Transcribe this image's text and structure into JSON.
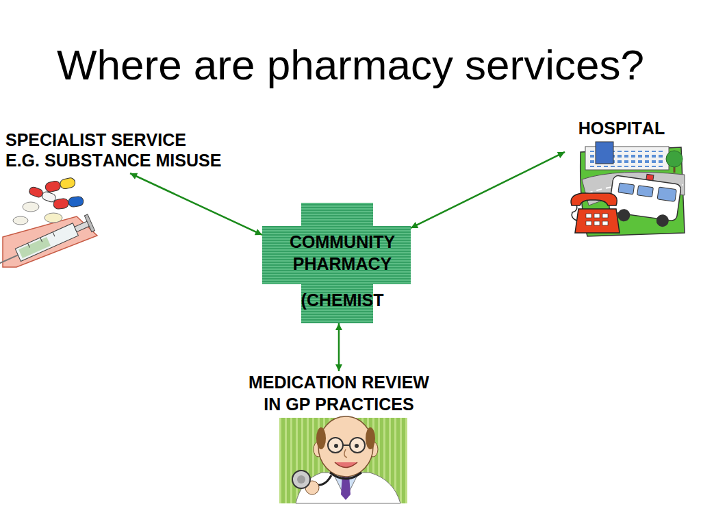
{
  "diagram": {
    "title": "Where are pharmacy services?",
    "nodes": [
      {
        "text": [
          "SPECIALIST SERVICE E.G. SUBSTANCE MISUSE"
        ]
      },
      {
        "text": [
          "HOSPITAL"
        ]
      },
      {
        "text": [
          "COMMUNITY PHARMACY",
          "(CHEMIST"
        ]
      },
      {
        "text": [
          "MEDICATION REVIEW IN GP PRACTICES"
        ]
      }
    ],
    "edges": [
      {
        "from": 0,
        "to": 2,
        "arrow": "both"
      },
      {
        "from": 1,
        "to": 2,
        "arrow": "both"
      },
      {
        "from": 2,
        "to": 3,
        "arrow": "both"
      }
    ]
  }
}
